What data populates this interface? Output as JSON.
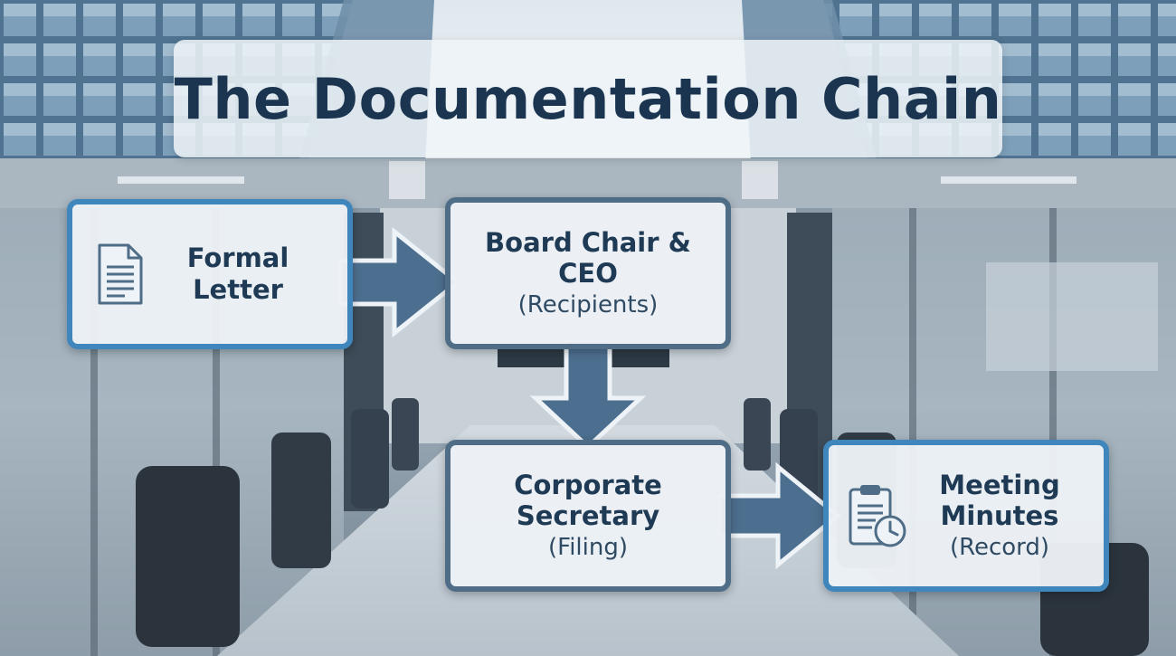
{
  "title": "The Documentation Chain",
  "nodes": {
    "letter": {
      "title": "Formal\nLetter",
      "subtitle": ""
    },
    "recipients": {
      "title": "Board Chair &\nCEO",
      "subtitle": "(Recipients)"
    },
    "secretary": {
      "title": "Corporate\nSecretary",
      "subtitle": "(Filing)"
    },
    "minutes": {
      "title": "Meeting\nMinutes",
      "subtitle": "(Record)"
    }
  },
  "icons": {
    "letter": "document-icon",
    "minutes": "clipboard-clock-icon"
  },
  "colors": {
    "primary_border": "#3f86bd",
    "secondary_border": "#4f6d87",
    "arrow_fill": "#4d6f8f",
    "arrow_outline": "#eef3f7",
    "title_text": "#1b3550",
    "node_text": "#1f3a55"
  }
}
